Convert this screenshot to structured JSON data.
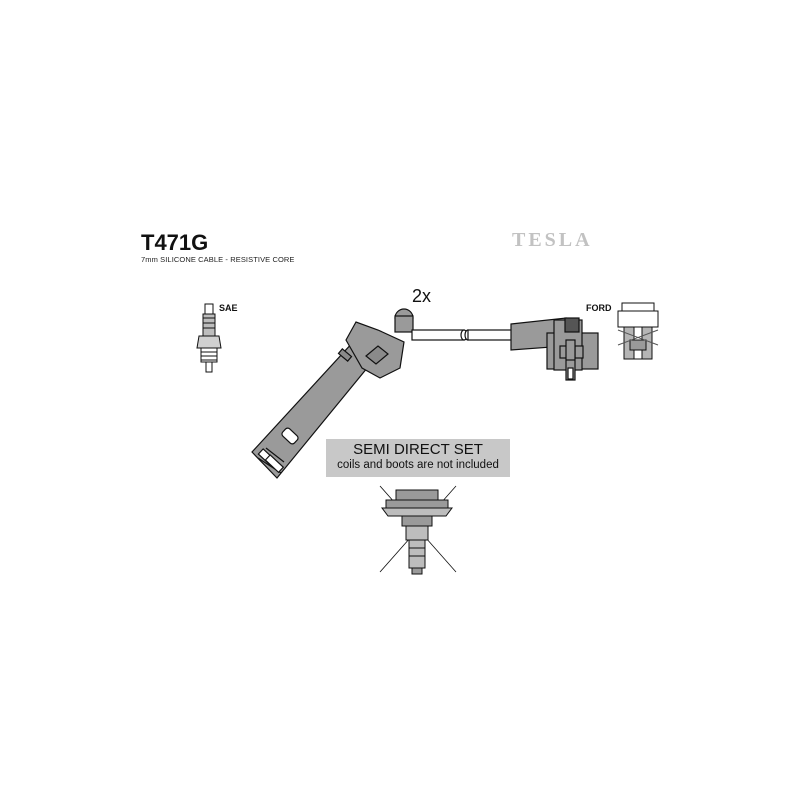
{
  "header": {
    "part_number": "T471G",
    "cable_spec": "7mm SILICONE CABLE - RESISTIVE CORE",
    "brand": "TESLA"
  },
  "labels": {
    "spark_plug_standard": "SAE",
    "coil_standard": "FORD",
    "quantity": "2x"
  },
  "notice": {
    "title": "SEMI DIRECT SET",
    "detail": "coils and boots are not included"
  },
  "colors": {
    "component_fill": "#9a9a9a",
    "notice_background": "#c8c8c8",
    "brand_text": "#c2c2c2"
  }
}
